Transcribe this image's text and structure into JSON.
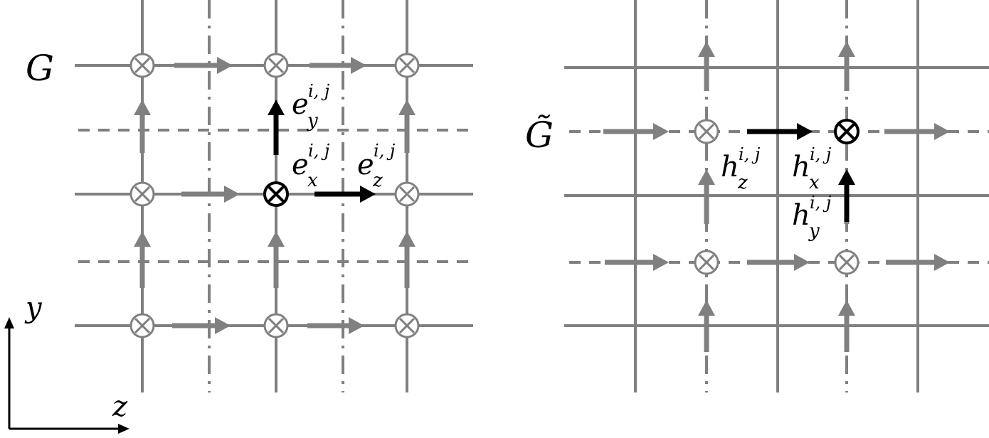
{
  "left_panel": {
    "title": "G",
    "labels": {
      "ey": {
        "base": "e",
        "sup": "i, j",
        "sub": "y"
      },
      "ex": {
        "base": "e",
        "sup": "i, j",
        "sub": "x"
      },
      "ez": {
        "base": "e",
        "sup": "i, j",
        "sub": "z"
      }
    }
  },
  "right_panel": {
    "title": "G̃",
    "labels": {
      "hz": {
        "base": "h",
        "sup": "i, j",
        "sub": "z"
      },
      "hx": {
        "base": "h",
        "sup": "i, j",
        "sub": "x"
      },
      "hy": {
        "base": "h",
        "sup": "i, j",
        "sub": "y"
      }
    }
  },
  "axes": {
    "vertical": "y",
    "horizontal": "z"
  },
  "colors": {
    "grid": "#808080",
    "highlight": "#000000"
  }
}
